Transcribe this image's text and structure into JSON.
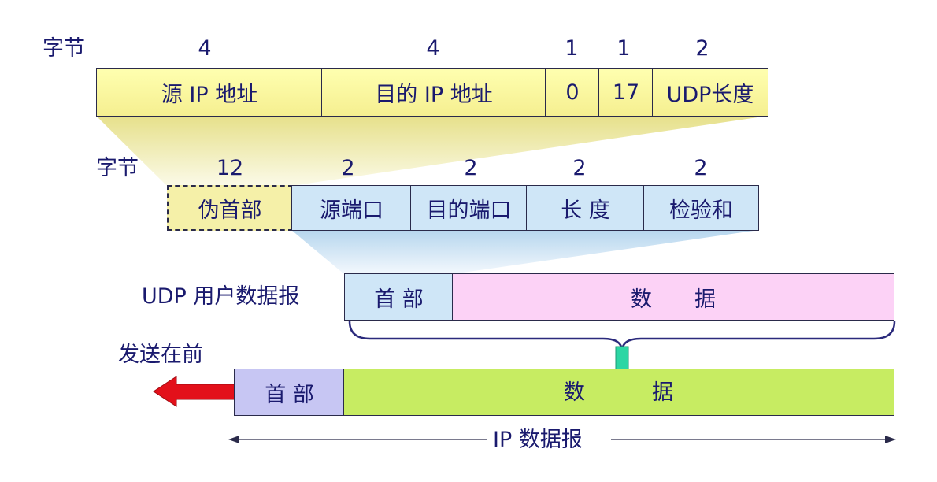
{
  "ip_pseudo": {
    "bytes_label": "字节",
    "byte_counts": [
      "4",
      "4",
      "1",
      "1",
      "2"
    ],
    "fields": [
      "源 IP 地址",
      "目的 IP 地址",
      "0",
      "17",
      "UDP长度"
    ]
  },
  "udp_header": {
    "bytes_label": "字节",
    "byte_counts": [
      "12",
      "2",
      "2",
      "2",
      "2"
    ],
    "fields": [
      "伪首部",
      "源端口",
      "目的端口",
      "长 度",
      "检验和"
    ]
  },
  "udp_datagram": {
    "label": "UDP 用户数据报",
    "header": "首 部",
    "data": "数　　据"
  },
  "ip_datagram": {
    "send_first": "发送在前",
    "header": "首 部",
    "data_left": "数",
    "data_right": "据",
    "label": "IP 数据报"
  },
  "colors": {
    "yellow": "#f5ef90",
    "blue": "#cfe6f7",
    "pink": "#fcd2f6",
    "green": "#c7ec62",
    "lavender": "#c7c6f3",
    "red_arrow": "#e3101a",
    "green_arrow": "#2cd6a4"
  }
}
